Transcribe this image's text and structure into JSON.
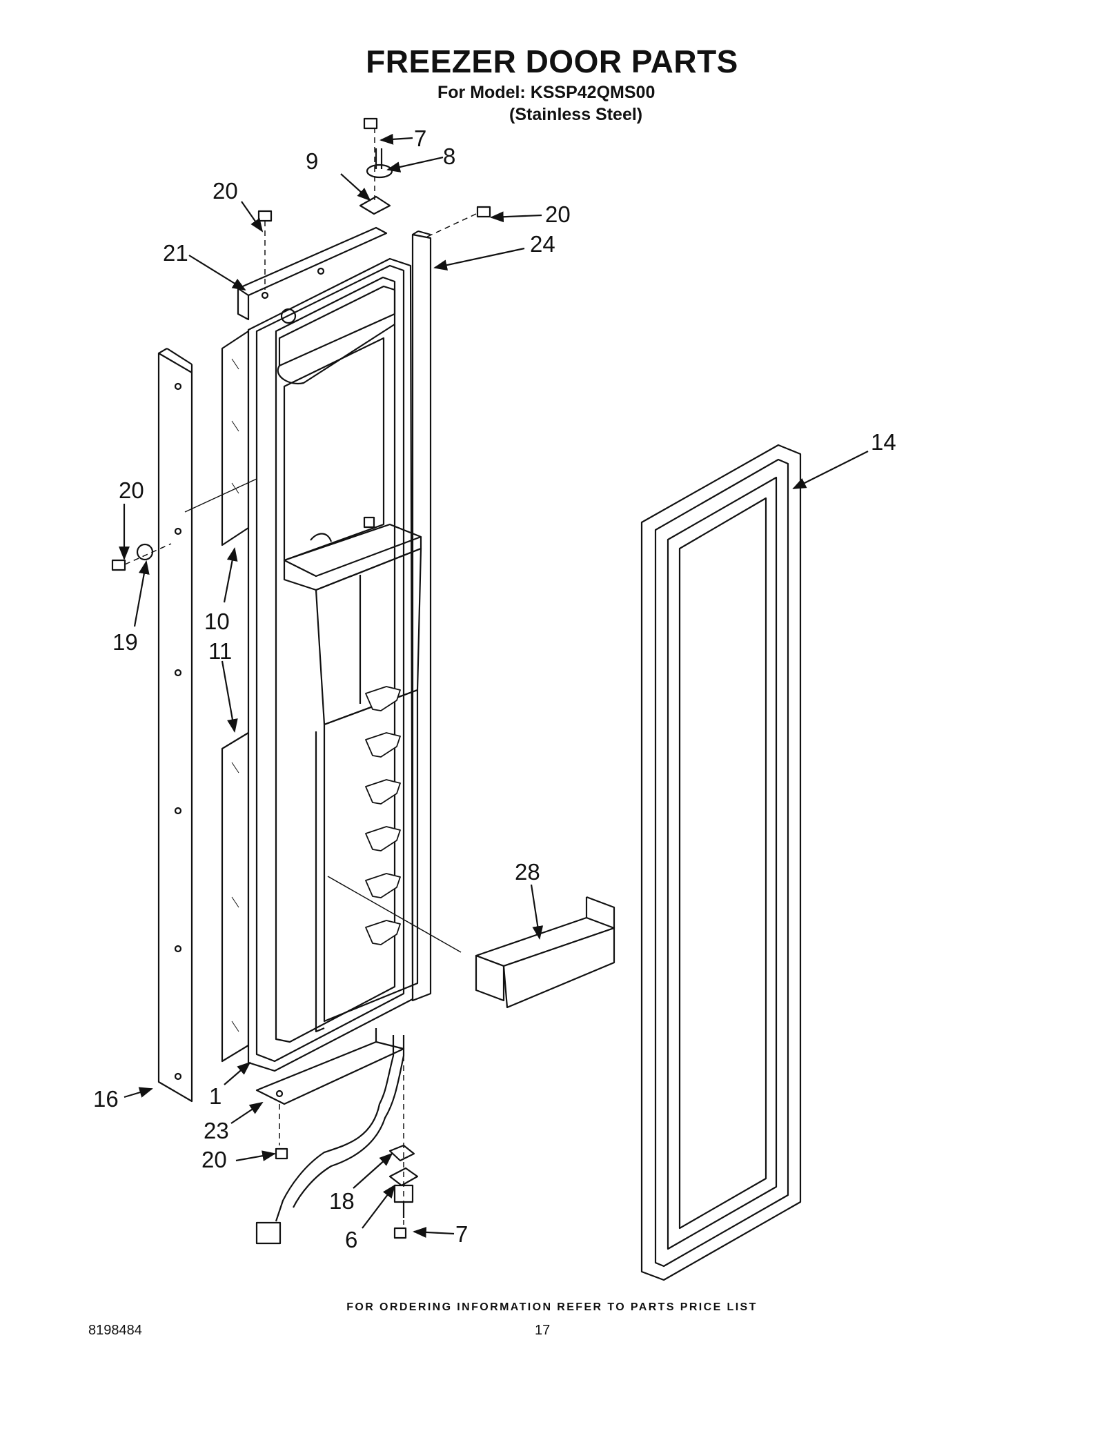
{
  "header": {
    "title": "FREEZER DOOR PARTS",
    "model": "For Model: KSSP42QMS00",
    "variant": "(Stainless Steel)"
  },
  "callouts": [
    "7",
    "8",
    "9",
    "20",
    "20",
    "24",
    "21",
    "14",
    "20",
    "19",
    "10",
    "11",
    "28",
    "16",
    "1",
    "23",
    "20",
    "18",
    "6",
    "7"
  ],
  "footer": {
    "ordering_note": "FOR ORDERING INFORMATION REFER TO PARTS PRICE LIST",
    "doc_number": "8198484",
    "page_number": "17"
  }
}
